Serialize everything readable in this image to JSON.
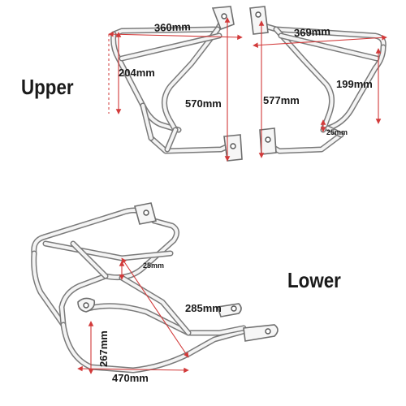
{
  "sections": {
    "upper_label": "Upper",
    "lower_label": "Lower"
  },
  "dimensions": {
    "upper_left_width": "360mm",
    "upper_left_height": "204mm",
    "upper_left_length": "570mm",
    "upper_right_width": "369mm",
    "upper_right_length": "577mm",
    "upper_right_height": "199mm",
    "upper_right_tube": "25mm",
    "lower_tube": "25mm",
    "lower_height": "285mm",
    "lower_depth": "267mm",
    "lower_width": "470mm"
  },
  "colors": {
    "dimension_line": "#d23a3a",
    "frame": "#7a7a7a",
    "background": "#ffffff"
  }
}
